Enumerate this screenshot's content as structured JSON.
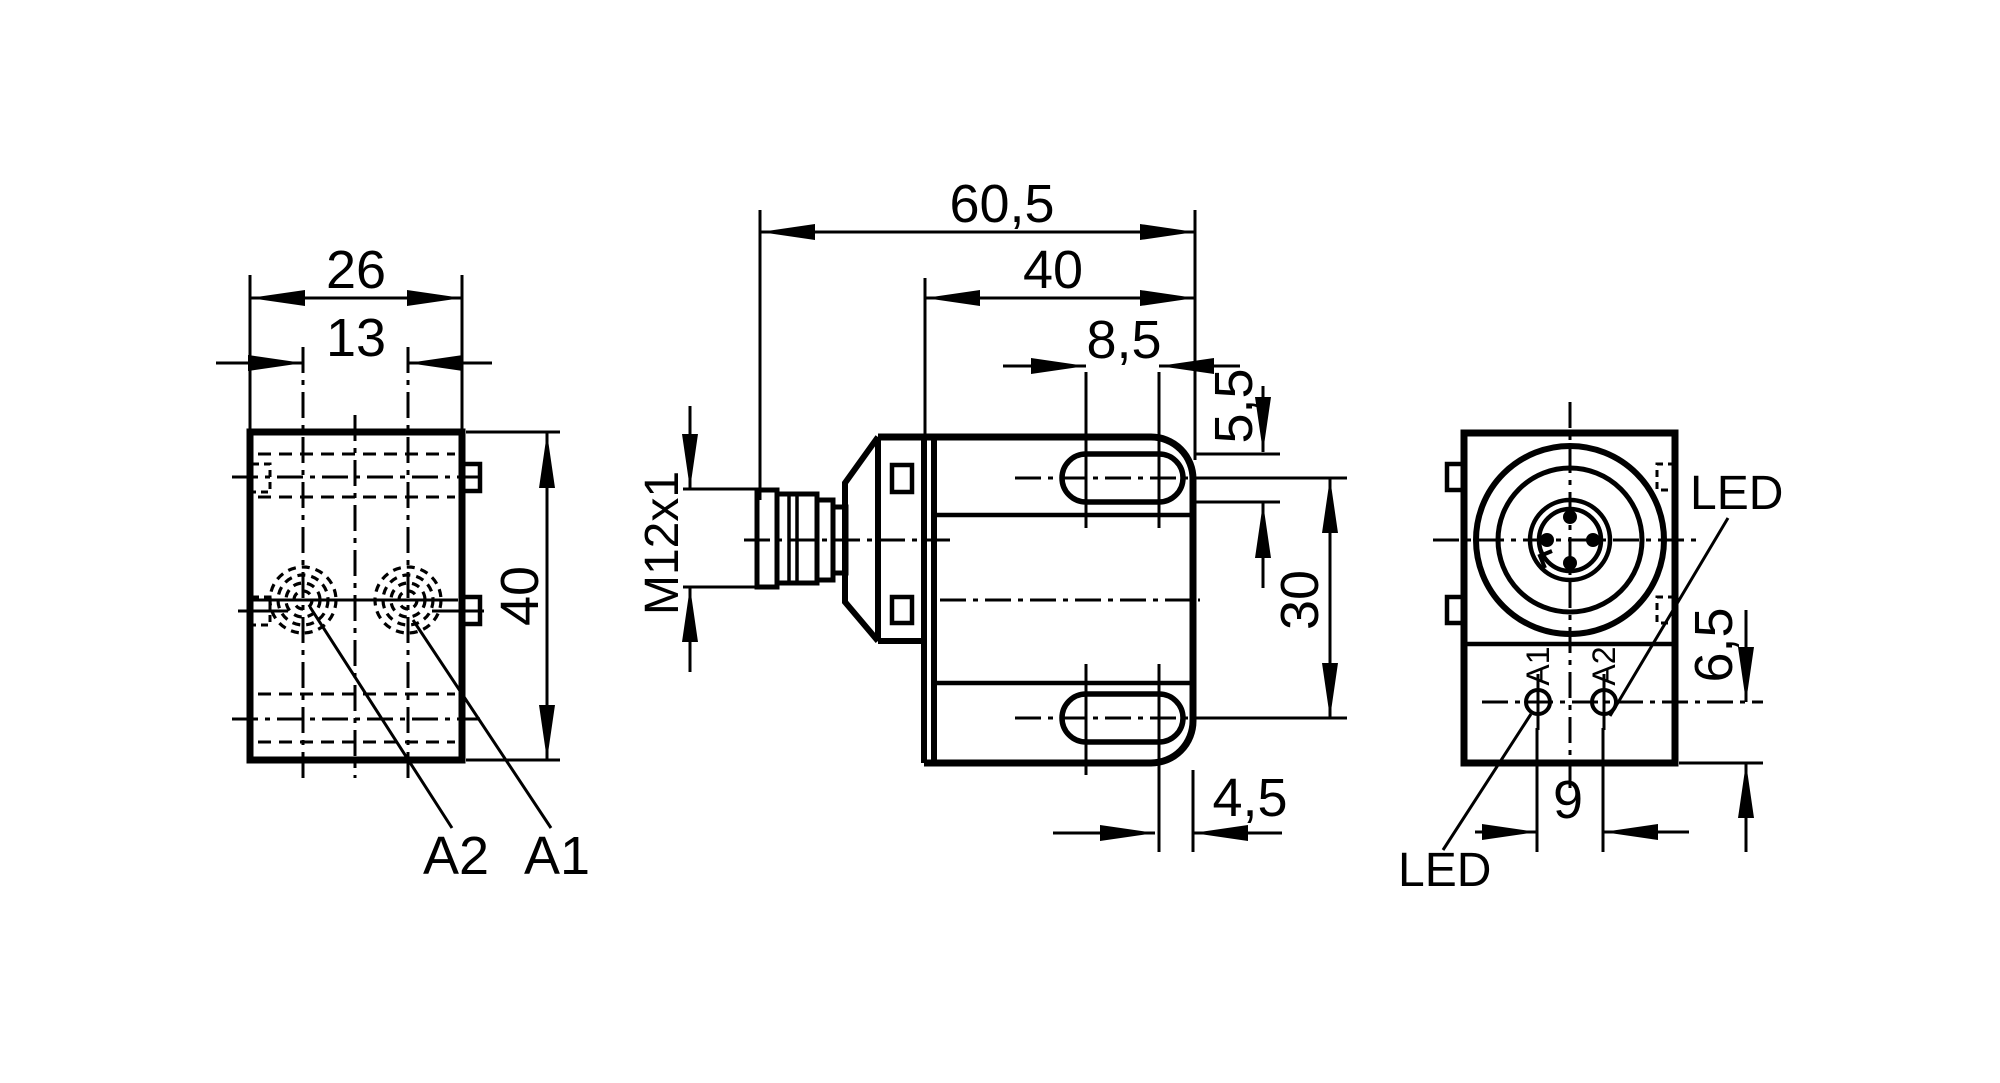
{
  "page": {
    "background": "#ffffff",
    "line_color": "#000000",
    "type": "technical-dimension-drawing"
  },
  "views": {
    "front": {
      "dim_width": "26",
      "dim_hole_spacing": "13",
      "dim_height": "40",
      "label_a2": "A2",
      "label_a1": "A1"
    },
    "side": {
      "dim_overall_length": "60,5",
      "dim_body_length": "40",
      "dim_slot_hole_spacing": "8,5",
      "dim_slot_width": "5,5",
      "dim_slot_row_spacing": "30",
      "dim_slot_edge_offset": "4,5",
      "label_thread": "M12x1"
    },
    "back": {
      "label_led_top": "LED",
      "label_led_bottom": "LED",
      "label_a1": "A1",
      "label_a2": "A2",
      "dim_led_offset": "6,5",
      "dim_led_spacing": "9"
    }
  }
}
